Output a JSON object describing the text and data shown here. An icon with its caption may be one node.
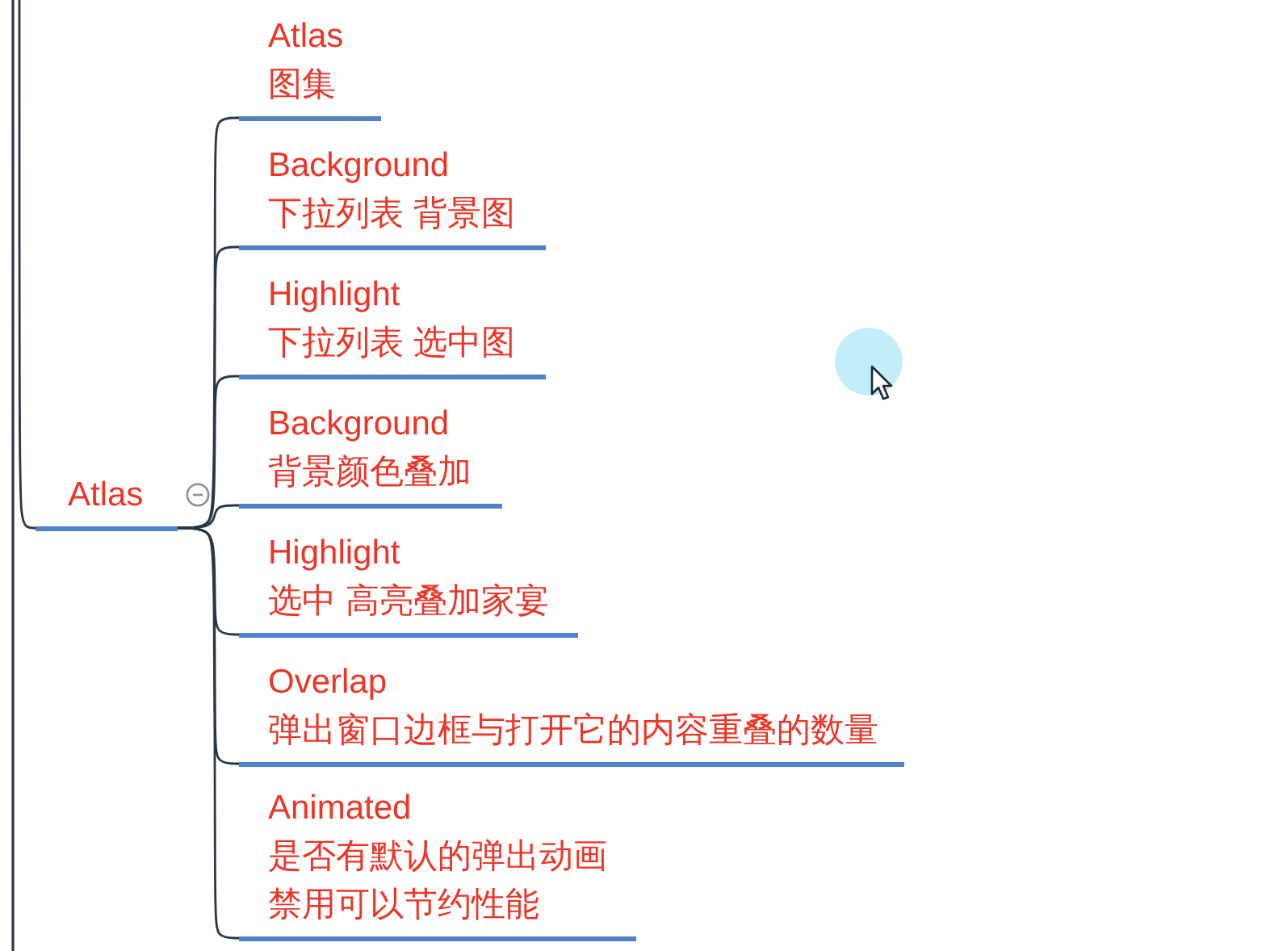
{
  "diagram": {
    "nodes": [
      {
        "text": [
          "Atlas"
        ]
      },
      {
        "text": [
          "Atlas",
          "图集"
        ]
      },
      {
        "text": [
          "Background",
          "下拉列表 背景图"
        ]
      },
      {
        "text": [
          "Highlight",
          "下拉列表 选中图"
        ]
      },
      {
        "text": [
          "Background",
          "背景颜色叠加"
        ]
      },
      {
        "text": [
          "Highlight",
          "选中 高亮叠加家宴"
        ]
      },
      {
        "text": [
          "Overlap",
          "弹出窗口边框与打开它的内容重叠的数量"
        ]
      },
      {
        "text": [
          "Animated",
          "是否有默认的弹出动画",
          "禁用可以节约性能"
        ]
      }
    ],
    "edges": [
      {
        "from": null,
        "to": 0,
        "arrow": "none"
      },
      {
        "from": 0,
        "to": 1,
        "arrow": "none"
      },
      {
        "from": 0,
        "to": 2,
        "arrow": "none"
      },
      {
        "from": 0,
        "to": 3,
        "arrow": "none"
      },
      {
        "from": 0,
        "to": 4,
        "arrow": "none"
      },
      {
        "from": 0,
        "to": 5,
        "arrow": "none"
      },
      {
        "from": 0,
        "to": 6,
        "arrow": "none"
      },
      {
        "from": 0,
        "to": 7,
        "arrow": "none"
      }
    ]
  }
}
